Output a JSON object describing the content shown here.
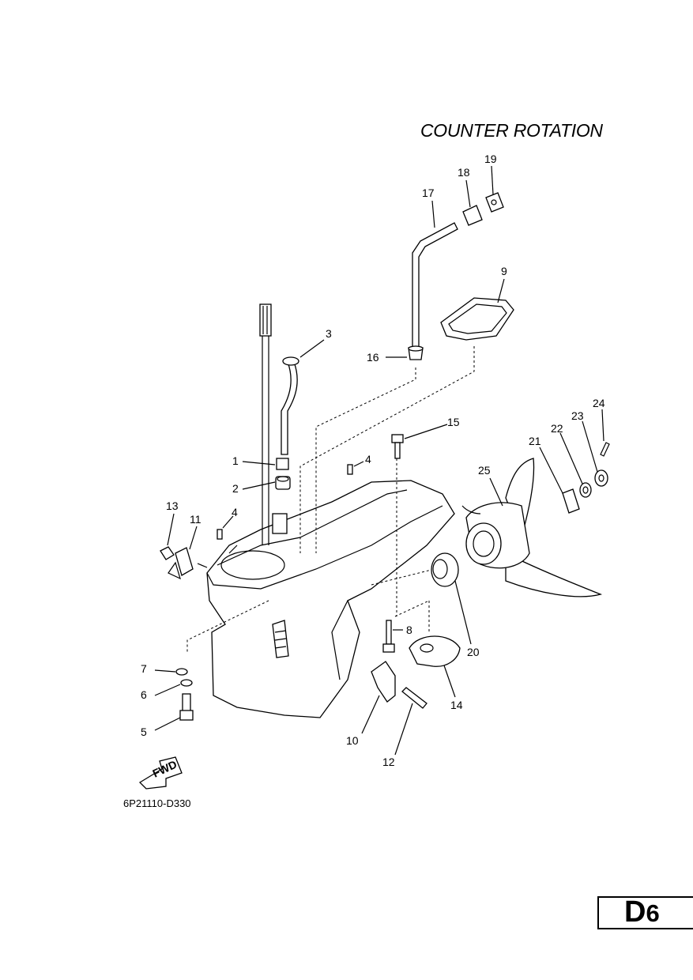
{
  "diagram": {
    "title": "COUNTER ROTATION",
    "code": "6P21110-D330",
    "fwd_label": "FWD",
    "page": {
      "letter": "D",
      "number": "6"
    },
    "labels": [
      {
        "id": "1",
        "text": "1"
      },
      {
        "id": "2",
        "text": "2"
      },
      {
        "id": "3",
        "text": "3"
      },
      {
        "id": "4a",
        "text": "4"
      },
      {
        "id": "4b",
        "text": "4"
      },
      {
        "id": "5",
        "text": "5"
      },
      {
        "id": "6",
        "text": "6"
      },
      {
        "id": "7",
        "text": "7"
      },
      {
        "id": "8",
        "text": "8"
      },
      {
        "id": "9",
        "text": "9"
      },
      {
        "id": "10",
        "text": "10"
      },
      {
        "id": "11",
        "text": "11"
      },
      {
        "id": "12",
        "text": "12"
      },
      {
        "id": "13",
        "text": "13"
      },
      {
        "id": "14",
        "text": "14"
      },
      {
        "id": "15",
        "text": "15"
      },
      {
        "id": "16",
        "text": "16"
      },
      {
        "id": "17",
        "text": "17"
      },
      {
        "id": "18",
        "text": "18"
      },
      {
        "id": "19",
        "text": "19"
      },
      {
        "id": "20",
        "text": "20"
      },
      {
        "id": "21",
        "text": "21"
      },
      {
        "id": "22",
        "text": "22"
      },
      {
        "id": "23",
        "text": "23"
      },
      {
        "id": "24",
        "text": "24"
      },
      {
        "id": "25",
        "text": "25"
      }
    ]
  }
}
